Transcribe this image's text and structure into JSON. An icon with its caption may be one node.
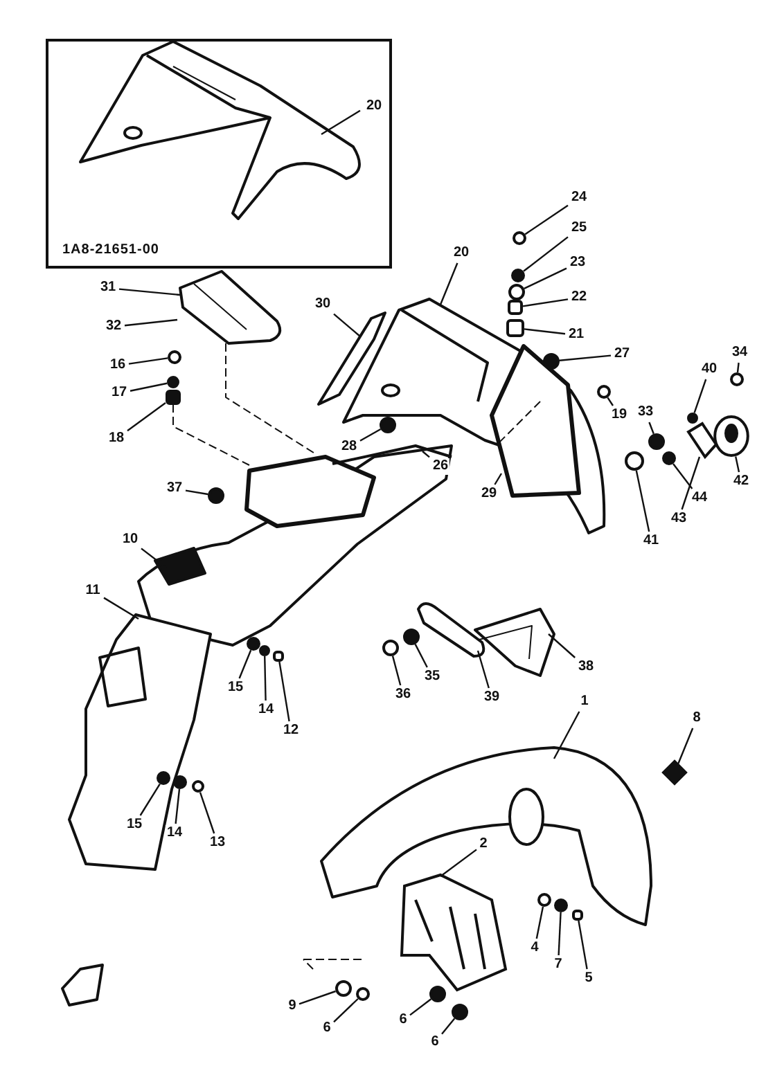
{
  "diagram": {
    "nodes": [
      {
        "text": [
          "1A8-21651-00"
        ]
      },
      {
        "text": [
          "20"
        ],
        "in": 0
      },
      {
        "text": [
          "24"
        ]
      },
      {
        "text": [
          "25"
        ]
      },
      {
        "text": [
          "23"
        ]
      },
      {
        "text": [
          "22"
        ]
      },
      {
        "text": [
          "21"
        ]
      },
      {
        "text": [
          "27"
        ]
      },
      {
        "text": [
          "20"
        ]
      },
      {
        "text": [
          "30"
        ]
      },
      {
        "text": [
          "31"
        ]
      },
      {
        "text": [
          "32"
        ]
      },
      {
        "text": [
          "16"
        ]
      },
      {
        "text": [
          "17"
        ]
      },
      {
        "text": [
          "18"
        ]
      },
      {
        "text": [
          "28"
        ]
      },
      {
        "text": [
          "37"
        ]
      },
      {
        "text": [
          "26"
        ]
      },
      {
        "text": [
          "29"
        ]
      },
      {
        "text": [
          "19"
        ]
      },
      {
        "text": [
          "33"
        ]
      },
      {
        "text": [
          "40"
        ]
      },
      {
        "text": [
          "34"
        ]
      },
      {
        "text": [
          "42"
        ]
      },
      {
        "text": [
          "44"
        ]
      },
      {
        "text": [
          "43"
        ]
      },
      {
        "text": [
          "41"
        ]
      },
      {
        "text": [
          "10"
        ]
      },
      {
        "text": [
          "11"
        ]
      },
      {
        "text": [
          "15"
        ]
      },
      {
        "text": [
          "14"
        ]
      },
      {
        "text": [
          "12"
        ]
      },
      {
        "text": [
          "15"
        ]
      },
      {
        "text": [
          "14"
        ]
      },
      {
        "text": [
          "13"
        ]
      },
      {
        "text": [
          "38"
        ]
      },
      {
        "text": [
          "36"
        ]
      },
      {
        "text": [
          "35"
        ]
      },
      {
        "text": [
          "39"
        ]
      },
      {
        "text": [
          "1"
        ]
      },
      {
        "text": [
          "8"
        ]
      },
      {
        "text": [
          "2"
        ]
      },
      {
        "text": [
          "4"
        ]
      },
      {
        "text": [
          "7"
        ]
      },
      {
        "text": [
          "5"
        ]
      },
      {
        "text": [
          "9"
        ]
      },
      {
        "text": [
          "6"
        ]
      },
      {
        "text": [
          "6"
        ]
      },
      {
        "text": [
          "6"
        ]
      },
      {
        "text": [],
        "shape": "circle"
      },
      {
        "text": [],
        "shape": "circle"
      },
      {
        "text": [],
        "shape": "circle"
      },
      {
        "text": [],
        "shape": "box"
      },
      {
        "text": [],
        "shape": "box"
      },
      {
        "text": [],
        "shape": "circle"
      },
      {
        "text": [],
        "shape": "circle"
      },
      {
        "text": [],
        "shape": "circle"
      },
      {
        "text": [],
        "shape": "box"
      },
      {
        "text": [],
        "shape": "circle"
      },
      {
        "text": [],
        "shape": "circle"
      },
      {
        "text": [],
        "shape": "circle"
      },
      {
        "text": [],
        "shape": "circle"
      },
      {
        "text": [],
        "shape": "circle"
      },
      {
        "text": [],
        "shape": "circle"
      },
      {
        "text": [],
        "shape": "circle"
      },
      {
        "text": [],
        "shape": "circle"
      },
      {
        "text": [],
        "shape": "circle"
      },
      {
        "text": [],
        "shape": "circle"
      },
      {
        "text": [],
        "shape": "box"
      },
      {
        "text": [],
        "shape": "circle"
      },
      {
        "text": [],
        "shape": "circle"
      },
      {
        "text": [],
        "shape": "circle"
      },
      {
        "text": [],
        "shape": "circle"
      },
      {
        "text": [],
        "shape": "circle"
      },
      {
        "text": [],
        "shape": "diamond"
      },
      {
        "text": [],
        "shape": "circle"
      },
      {
        "text": [],
        "shape": "circle"
      },
      {
        "text": [],
        "shape": "box"
      },
      {
        "text": [],
        "shape": "circle"
      },
      {
        "text": [],
        "shape": "circle"
      },
      {
        "text": [],
        "shape": "circle"
      },
      {
        "text": [],
        "shape": "circle"
      },
      {
        "text": [],
        "shape": "circle"
      },
      {
        "text": [],
        "shape": "picture"
      },
      {
        "text": [],
        "shape": "picture"
      }
    ],
    "edges": [
      {
        "from": 1,
        "to": null,
        "arrow": "none"
      },
      {
        "from": 2,
        "to": 49,
        "arrow": "none"
      },
      {
        "from": 3,
        "to": 50,
        "arrow": "none"
      },
      {
        "from": 4,
        "to": 51,
        "arrow": "none"
      },
      {
        "from": 5,
        "to": 52,
        "arrow": "none"
      },
      {
        "from": 6,
        "to": 53,
        "arrow": "none"
      },
      {
        "from": 7,
        "to": 54,
        "arrow": "none"
      },
      {
        "from": 8,
        "to": null,
        "arrow": "none"
      },
      {
        "from": 9,
        "to": null,
        "arrow": "none"
      },
      {
        "from": 10,
        "to": null,
        "arrow": "none"
      },
      {
        "from": 11,
        "to": null,
        "arrow": "none"
      },
      {
        "from": 12,
        "to": 55,
        "arrow": "none"
      },
      {
        "from": 13,
        "to": 56,
        "arrow": "none"
      },
      {
        "from": 14,
        "to": 57,
        "arrow": "none"
      },
      {
        "from": 15,
        "to": 58,
        "arrow": "none"
      },
      {
        "from": 16,
        "to": 59,
        "arrow": "none"
      },
      {
        "from": 17,
        "to": null,
        "arrow": "none"
      },
      {
        "from": 18,
        "to": null,
        "arrow": "none"
      },
      {
        "from": 19,
        "to": 60,
        "arrow": "none"
      },
      {
        "from": 20,
        "to": 61,
        "arrow": "none"
      },
      {
        "from": 21,
        "to": 62,
        "arrow": "none"
      },
      {
        "from": 22,
        "to": 63,
        "arrow": "none"
      },
      {
        "from": 23,
        "to": 82,
        "arrow": "none"
      },
      {
        "from": 24,
        "to": 64,
        "arrow": "none"
      },
      {
        "from": 25,
        "to": 83,
        "arrow": "none"
      },
      {
        "from": 26,
        "to": 65,
        "arrow": "none"
      },
      {
        "from": 27,
        "to": null,
        "arrow": "none"
      },
      {
        "from": 28,
        "to": null,
        "arrow": "none"
      },
      {
        "from": 29,
        "to": 66,
        "arrow": "none"
      },
      {
        "from": 30,
        "to": 67,
        "arrow": "none"
      },
      {
        "from": 31,
        "to": 68,
        "arrow": "none"
      },
      {
        "from": 32,
        "to": 69,
        "arrow": "none"
      },
      {
        "from": 33,
        "to": 70,
        "arrow": "none"
      },
      {
        "from": 34,
        "to": 71,
        "arrow": "none"
      },
      {
        "from": 35,
        "to": null,
        "arrow": "none"
      },
      {
        "from": 36,
        "to": 72,
        "arrow": "none"
      },
      {
        "from": 37,
        "to": 73,
        "arrow": "none"
      },
      {
        "from": 38,
        "to": null,
        "arrow": "none"
      },
      {
        "from": 39,
        "to": null,
        "arrow": "none"
      },
      {
        "from": 40,
        "to": 74,
        "arrow": "none"
      },
      {
        "from": 41,
        "to": 84,
        "arrow": "none"
      },
      {
        "from": 42,
        "to": 75,
        "arrow": "none"
      },
      {
        "from": 43,
        "to": 76,
        "arrow": "none"
      },
      {
        "from": 44,
        "to": 77,
        "arrow": "none"
      },
      {
        "from": 45,
        "to": 78,
        "arrow": "none"
      },
      {
        "from": 46,
        "to": 79,
        "arrow": "none"
      },
      {
        "from": 47,
        "to": 80,
        "arrow": "none"
      },
      {
        "from": 48,
        "to": 81,
        "arrow": "none"
      }
    ]
  }
}
